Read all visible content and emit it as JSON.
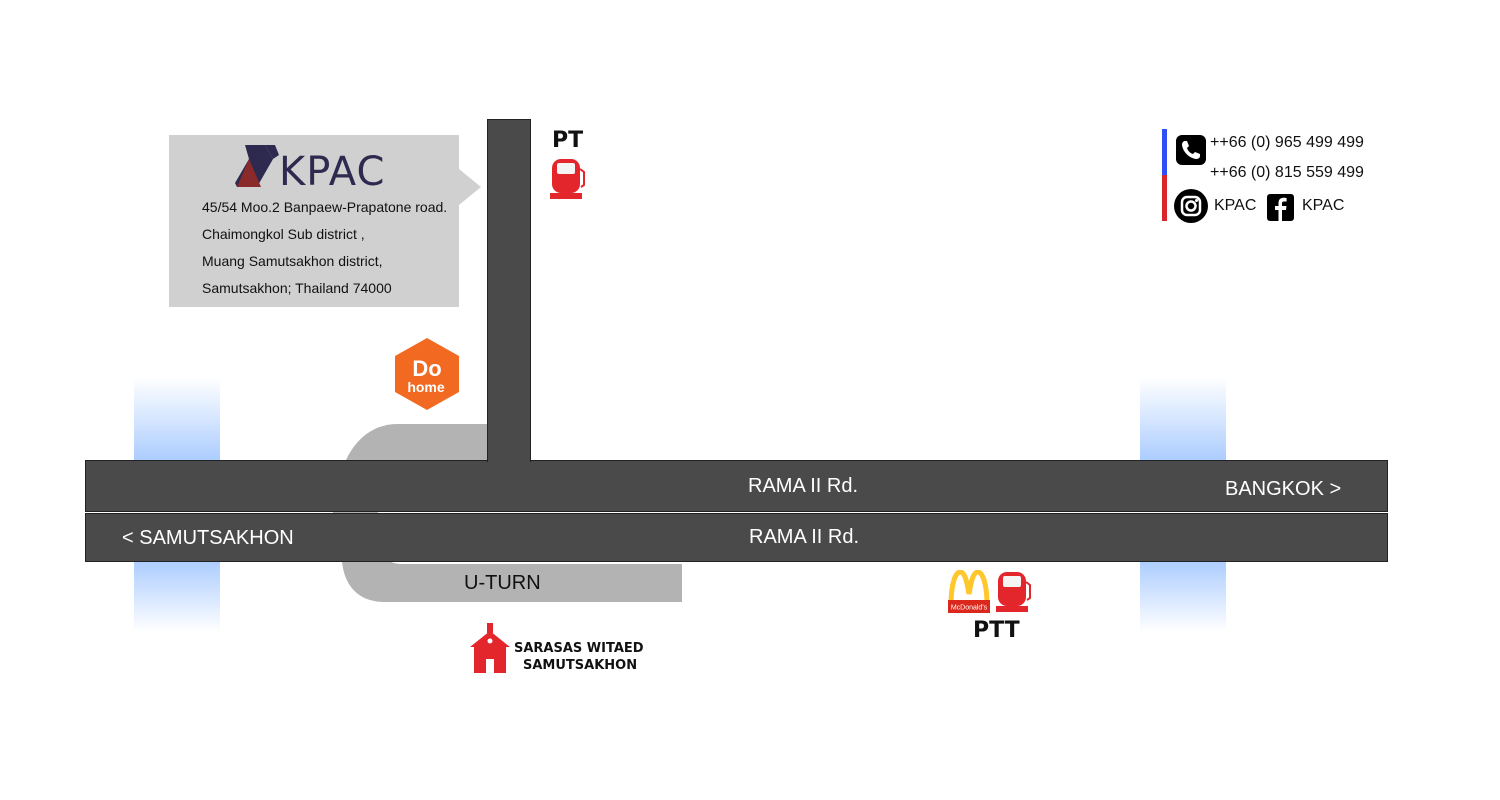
{
  "brand": {
    "name": "KPAC",
    "address_lines": [
      "45/54 Moo.2 Banpaew-Prapatone road.",
      "Chaimongkol Sub district ,",
      "Muang Samutsakhon district,",
      "Samutsakhon; Thailand 74000"
    ]
  },
  "roads": {
    "upper_label": "RAMA II Rd.",
    "lower_label": "RAMA II Rd.",
    "left_direction": "< SAMUTSAKHON",
    "right_direction": "BANGKOK >",
    "uturn_label": "U-TURN"
  },
  "pois": {
    "gas_station_top": "PT",
    "gas_station_bottom": "PTT",
    "dohome_logo_top": "Do",
    "dohome_logo_bottom": "home",
    "mcdonalds_sign": "McDonald's",
    "school_line1": "SARASAS WITAED",
    "school_line2": "SAMUTSAKHON"
  },
  "contact": {
    "phone1": "++66 (0) 965 499 499",
    "phone2": "++66 (0) 815 559 499",
    "instagram": "KPAC",
    "facebook": "KPAC"
  },
  "colors": {
    "road": "#4a4a4a",
    "side_road": "#b3b3b3",
    "canal": "#aaccff",
    "dohome": "#f26a21",
    "fuel_red": "#e3262c",
    "mcd_yellow": "#ffc72c",
    "contact_blue": "#2f4ff5",
    "contact_red": "#d9262a"
  },
  "icons": [
    "phone-icon",
    "instagram-icon",
    "facebook-icon",
    "fuel-pump-icon",
    "school-icon",
    "mcdonalds-logo",
    "dohome-logo",
    "kpac-logo"
  ]
}
